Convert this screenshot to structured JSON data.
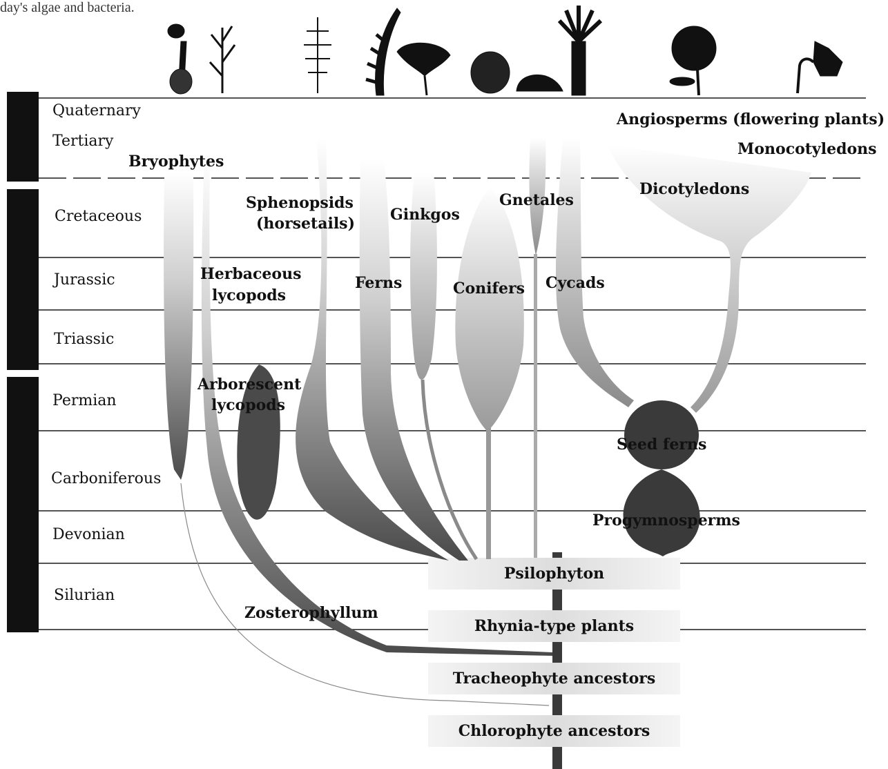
{
  "top_caption": "day's algae and bacteria.",
  "eras": [
    {
      "id": "quaternary",
      "label": "Quaternary"
    },
    {
      "id": "tertiary",
      "label": "Tertiary"
    },
    {
      "id": "cretaceous",
      "label": "Cretaceous"
    },
    {
      "id": "jurassic",
      "label": "Jurassic"
    },
    {
      "id": "triassic",
      "label": "Triassic"
    },
    {
      "id": "permian",
      "label": "Permian"
    },
    {
      "id": "carboniferous",
      "label": "Carboniferous"
    },
    {
      "id": "devonian",
      "label": "Devonian"
    },
    {
      "id": "silurian",
      "label": "Silurian"
    }
  ],
  "groups": {
    "bryophytes": "Bryophytes",
    "sphenopsids_1": "Sphenopsids",
    "sphenopsids_2": "(horsetails)",
    "ginkgos": "Ginkgos",
    "gnetales": "Gnetales",
    "angiosperms": "Angiosperms (flowering plants)",
    "monocots": "Monocotyledons",
    "dicots": "Dicotyledons",
    "herb_lyco_1": "Herbaceous",
    "herb_lyco_2": "lycopods",
    "ferns": "Ferns",
    "conifers": "Conifers",
    "cycads": "Cycads",
    "arbo_lyco_1": "Arborescent",
    "arbo_lyco_2": "lycopods",
    "seed_ferns": "Seed ferns",
    "progymnosperms": "Progymnosperms",
    "zosterophyllum": "Zosterophyllum"
  },
  "ancestors": {
    "psilophyton": "Psilophyton",
    "rhynia": "Rhynia-type plants",
    "tracheophyte": "Tracheophyte ancestors",
    "chlorophyte": "Chlorophyte ancestors"
  },
  "icons": [
    "moss-icon",
    "lycopod-icon",
    "horsetail-icon",
    "fern-frond-icon",
    "ginkgo-leaf-icon",
    "conifer-cone-icon",
    "cycad-cone-icon",
    "palm-icon",
    "flower-icon",
    "daffodil-icon"
  ],
  "colors": {
    "ink": "#111111",
    "band": "#e9e9e9",
    "lineage_dark": "#3a3a3a",
    "lineage_light": "#dcdcdc",
    "rule": "#1a1a1a"
  }
}
